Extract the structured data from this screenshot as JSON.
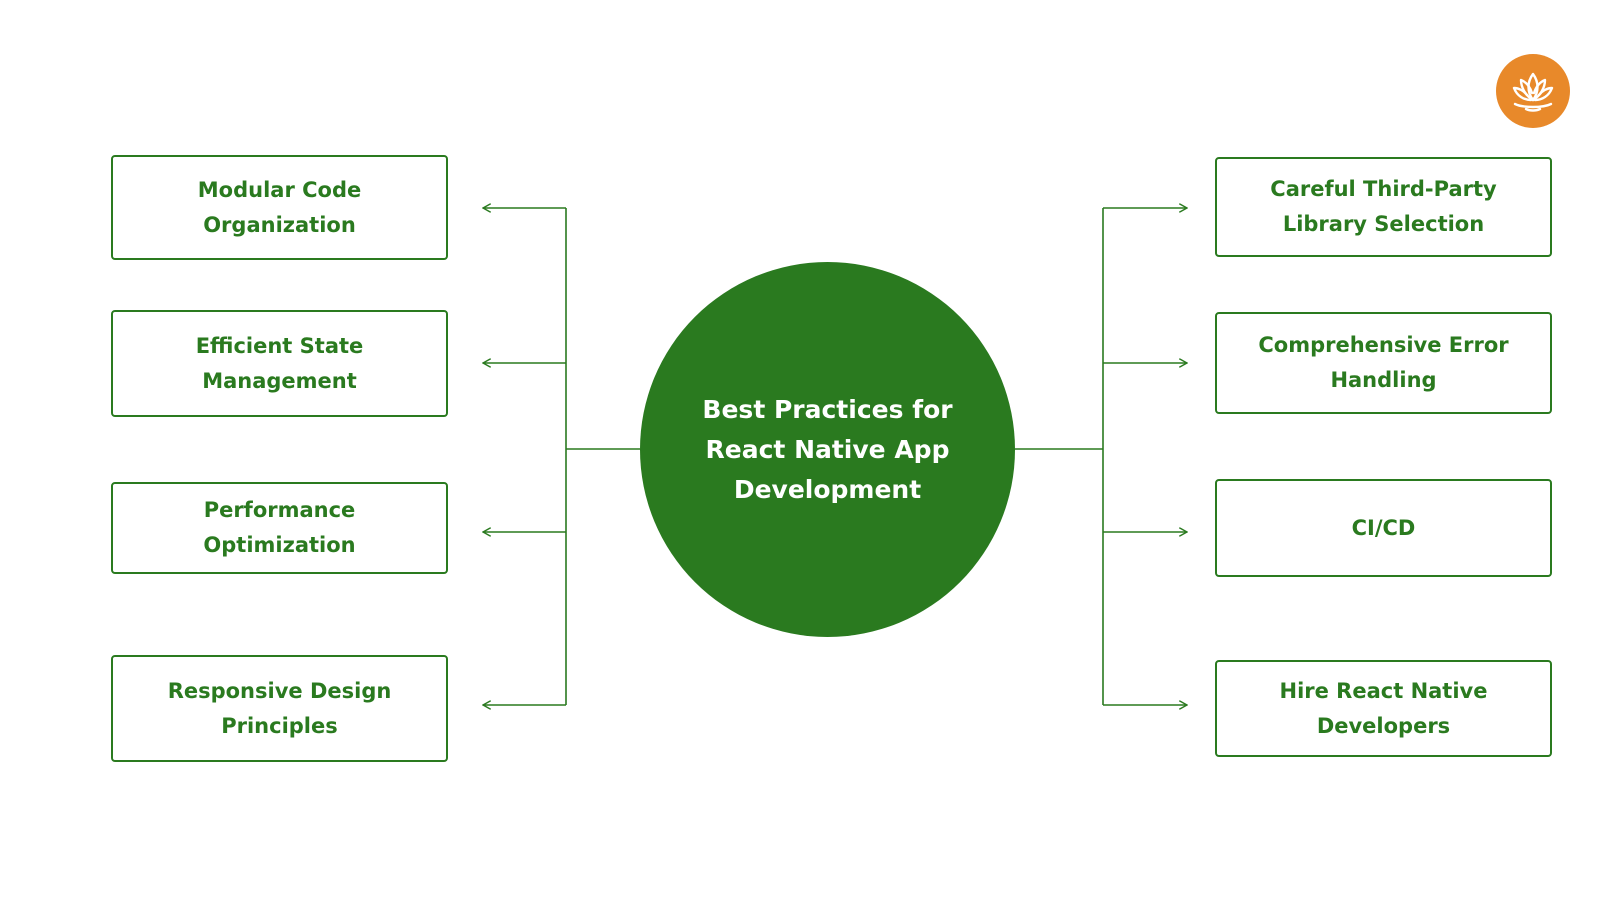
{
  "diagram": {
    "center_title": "Best Practices for React Native App Development",
    "left_nodes": [
      {
        "label": "Modular Code Organization"
      },
      {
        "label": "Efficient State Management"
      },
      {
        "label": "Performance Optimization"
      },
      {
        "label": "Responsive Design Principles"
      }
    ],
    "right_nodes": [
      {
        "label": "Careful Third-Party Library Selection"
      },
      {
        "label": "Comprehensive Error Handling"
      },
      {
        "label": "CI/CD"
      },
      {
        "label": "Hire React Native Developers"
      }
    ]
  },
  "colors": {
    "accent": "#2a7a1f",
    "logo": "#e8892a",
    "background": "#ffffff"
  },
  "icons": {
    "logo": "lotus-icon"
  }
}
